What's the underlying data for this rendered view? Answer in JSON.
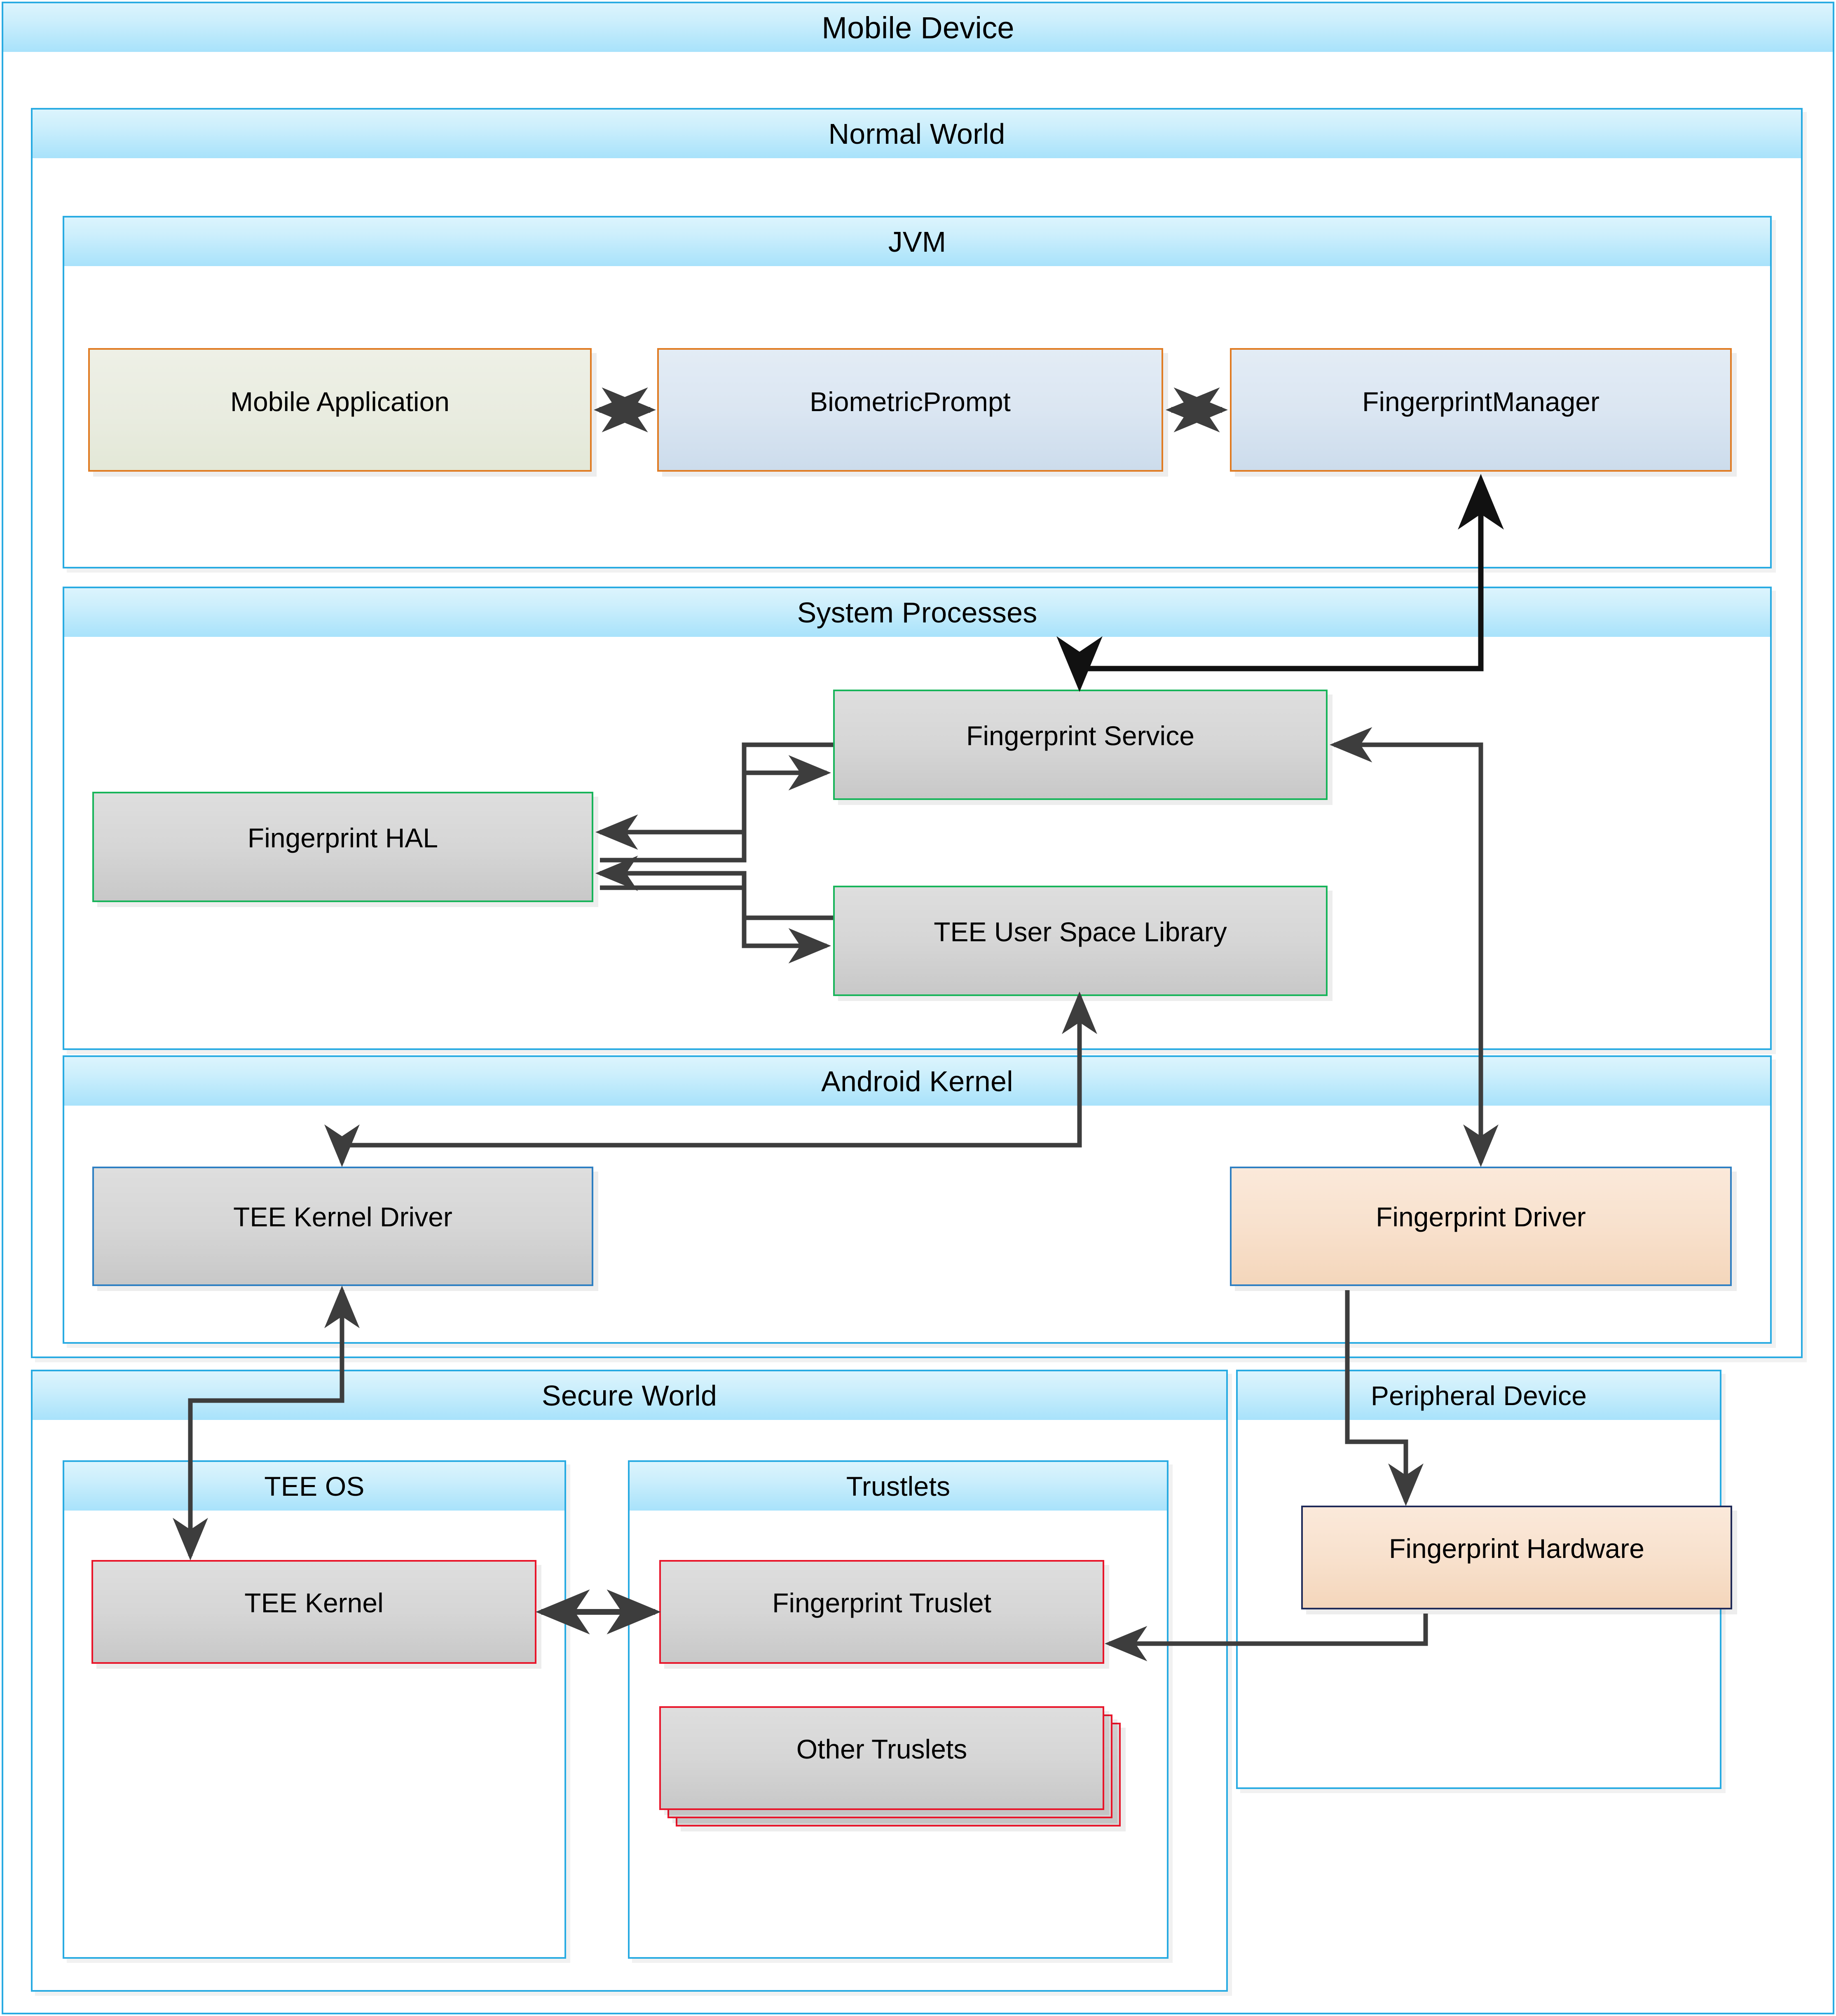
{
  "diagram": {
    "title": "Mobile Device",
    "type": "architecture-block-diagram"
  },
  "containers": {
    "mobile_device": {
      "label": "Mobile Device"
    },
    "normal_world": {
      "label": "Normal World"
    },
    "jvm": {
      "label": "JVM"
    },
    "system_processes": {
      "label": "System Processes"
    },
    "android_kernel": {
      "label": "Android Kernel"
    },
    "secure_world": {
      "label": "Secure World"
    },
    "tee_os": {
      "label": "TEE OS"
    },
    "trustlets": {
      "label": "Trustlets"
    },
    "peripheral_device": {
      "label": "Peripheral Device"
    }
  },
  "nodes": {
    "mobile_application": {
      "label": "Mobile Application"
    },
    "biometric_prompt": {
      "label": "BiometricPrompt"
    },
    "fingerprint_manager": {
      "label": "FingerprintManager"
    },
    "fingerprint_service": {
      "label": "Fingerprint Service"
    },
    "fingerprint_hal": {
      "label": "Fingerprint HAL"
    },
    "tee_user_space_library": {
      "label": "TEE User Space Library"
    },
    "tee_kernel_driver": {
      "label": "TEE Kernel Driver"
    },
    "fingerprint_driver": {
      "label": "Fingerprint Driver"
    },
    "tee_kernel": {
      "label": "TEE Kernel"
    },
    "fingerprint_truslet": {
      "label": "Fingerprint Truslet"
    },
    "other_truslets": {
      "label": "Other Truslets"
    },
    "fingerprint_hardware": {
      "label": "Fingerprint Hardware"
    }
  },
  "connections": [
    {
      "from": "mobile_application",
      "to": "biometric_prompt",
      "style": "bidirectional"
    },
    {
      "from": "biometric_prompt",
      "to": "fingerprint_manager",
      "style": "bidirectional"
    },
    {
      "from": "fingerprint_manager",
      "to": "fingerprint_service",
      "style": "bidirectional"
    },
    {
      "from": "fingerprint_service",
      "to": "fingerprint_hal",
      "style": "directed"
    },
    {
      "from": "fingerprint_hal",
      "to": "fingerprint_service",
      "style": "directed"
    },
    {
      "from": "fingerprint_hal",
      "to": "tee_user_space_library",
      "style": "directed"
    },
    {
      "from": "tee_user_space_library",
      "to": "fingerprint_hal",
      "style": "directed"
    },
    {
      "from": "tee_user_space_library",
      "to": "tee_kernel_driver",
      "style": "bidirectional"
    },
    {
      "from": "fingerprint_service",
      "to": "fingerprint_driver",
      "style": "directed"
    },
    {
      "from": "tee_kernel_driver",
      "to": "tee_kernel",
      "style": "bidirectional"
    },
    {
      "from": "tee_kernel",
      "to": "fingerprint_truslet",
      "style": "bidirectional"
    },
    {
      "from": "fingerprint_driver",
      "to": "fingerprint_hardware",
      "style": "directed"
    },
    {
      "from": "fingerprint_hardware",
      "to": "fingerprint_truslet",
      "style": "directed"
    }
  ],
  "colors": {
    "container_border": "#29abe2",
    "header_gradient_top": "#dcf4fd",
    "header_gradient_bottom": "#a8e2fb",
    "arrow": "#3d3d3d",
    "arrow_dark": "#111111",
    "border_orange": "#e07b22",
    "border_green": "#18b45a",
    "border_blue": "#2e7fc2",
    "border_red": "#e8152a",
    "border_navy": "#1f2a58",
    "fill_olive": "#e9ece0",
    "fill_bluegrey": "#dbe6f2",
    "fill_grey": "#d6d6d6",
    "fill_peach": "#f8e1cd"
  }
}
